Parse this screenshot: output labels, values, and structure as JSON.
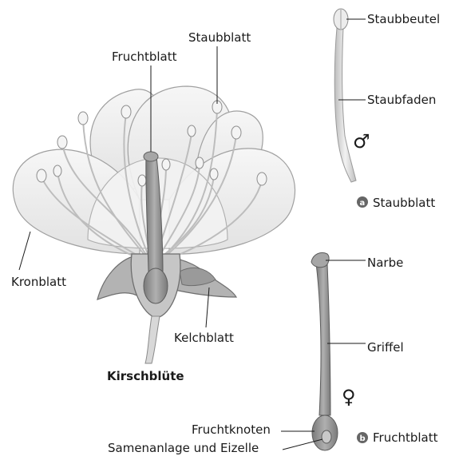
{
  "flower": {
    "title": "Kirschblüte",
    "labels": {
      "staubblatt": "Staubblatt",
      "fruchtblatt": "Fruchtblatt",
      "kronblatt": "Kronblatt",
      "kelchblatt": "Kelchblatt"
    }
  },
  "stamen": {
    "badge": "a",
    "caption": "Staubblatt",
    "labels": {
      "staubbeutel": "Staubbeutel",
      "staubfaden": "Staubfaden"
    },
    "symbol": "♂"
  },
  "carpel": {
    "badge": "b",
    "caption": "Fruchtblatt",
    "labels": {
      "narbe": "Narbe",
      "griffel": "Griffel",
      "fruchtknoten": "Fruchtknoten",
      "samenanlage": "Samenanlage und Eizelle"
    },
    "symbol": "♀"
  },
  "colors": {
    "petal_fill": "#eeeeee",
    "petal_stroke": "#9a9a9a",
    "organ_fill": "#9a9a9a",
    "organ_dark": "#6e6e6e",
    "badge_fill": "#666666"
  }
}
